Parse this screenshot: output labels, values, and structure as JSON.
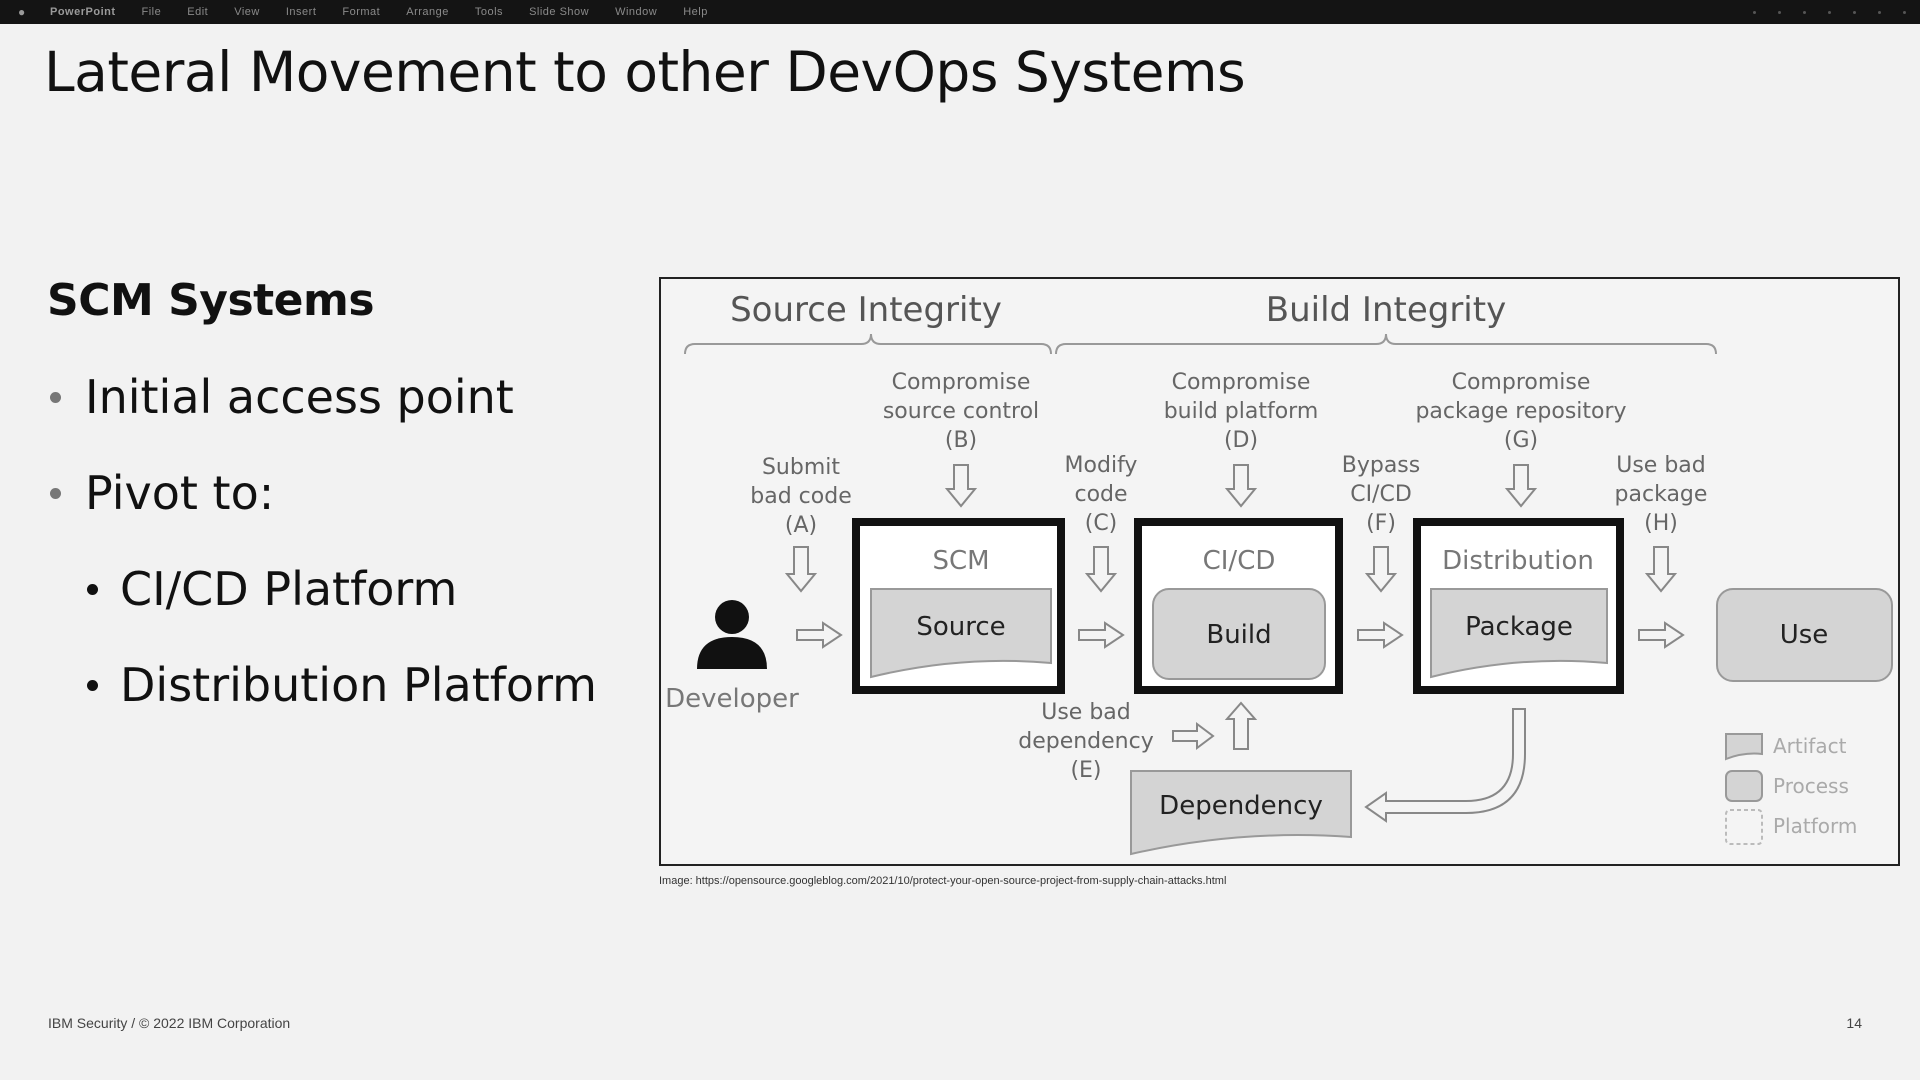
{
  "menubar": {
    "app_name": "PowerPoint",
    "items": [
      "File",
      "Edit",
      "View",
      "Insert",
      "Format",
      "Arrange",
      "Tools",
      "Slide Show",
      "Window",
      "Help"
    ]
  },
  "slide": {
    "title": "Lateral Movement to other DevOps Systems",
    "section_heading": "SCM Systems",
    "bullets": [
      "Initial access point",
      "Pivot to:"
    ],
    "sub_bullets": [
      "CI/CD Platform",
      "Distribution Platform"
    ],
    "image_caption": "Image: https://opensource.googleblog.com/2021/10/protect-your-open-source-project-from-supply-chain-attacks.html",
    "footer": "IBM Security / © 2022 IBM Corporation",
    "page_number": "14"
  },
  "diagram": {
    "headers": {
      "source_integrity": "Source Integrity",
      "build_integrity": "Build Integrity"
    },
    "developer_label": "Developer",
    "threats": {
      "a": [
        "Submit",
        "bad code",
        "(A)"
      ],
      "b": [
        "Compromise",
        "source control",
        "(B)"
      ],
      "c": [
        "Modify",
        "code",
        "(C)"
      ],
      "d": [
        "Compromise",
        "build platform",
        "(D)"
      ],
      "e": [
        "Use bad",
        "dependency",
        "(E)"
      ],
      "f": [
        "Bypass",
        "CI/CD",
        "(F)"
      ],
      "g": [
        "Compromise",
        "package repository",
        "(G)"
      ],
      "h": [
        "Use bad",
        "package",
        "(H)"
      ]
    },
    "platforms": {
      "scm": "SCM",
      "cicd": "CI/CD",
      "distribution": "Distribution"
    },
    "nodes": {
      "source": "Source",
      "build": "Build",
      "package": "Package",
      "use": "Use",
      "dependency": "Dependency"
    },
    "legend": {
      "artifact": "Artifact",
      "process": "Process",
      "platform": "Platform"
    }
  }
}
